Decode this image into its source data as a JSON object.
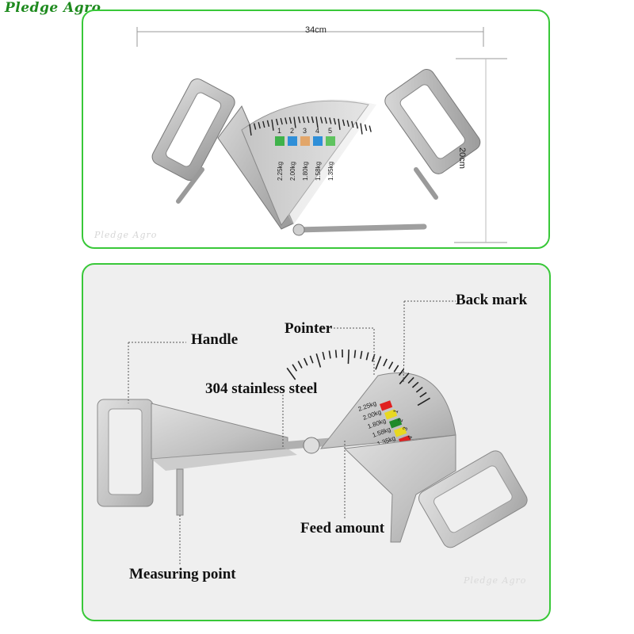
{
  "brand": "Pledge Agro",
  "top_panel": {
    "width_label": "34cm",
    "height_label": "20cm",
    "watermark": "Pledge Agro",
    "gauge_numbers": [
      "1",
      "2",
      "3",
      "4",
      "5"
    ],
    "gauge_weights": [
      "2.25kg",
      "2.00kg",
      "1.80kg",
      "1.58kg",
      "1.35kg"
    ],
    "swatch_colors": [
      "#3fb24a",
      "#2f8fd8",
      "#e2a66a",
      "#2f8fd8",
      "#5fc35f"
    ]
  },
  "bottom_panel": {
    "labels": {
      "back_mark": "Back mark",
      "handle": "Handle",
      "pointer": "Pointer",
      "steel": "304 stainless steel",
      "feed_amount": "Feed amount",
      "measuring_point": "Measuring point"
    },
    "watermark": "Pledge Agro",
    "gauge_numbers": [
      "1",
      "2",
      "3",
      "4",
      "5"
    ],
    "gauge_weights": [
      "2.25kg",
      "2.00kg",
      "1.80kg",
      "1.58kg",
      "1.35kg"
    ],
    "swatch_colors": [
      "#e02020",
      "#e8d820",
      "#1f8a2a",
      "#e8d820",
      "#e02020"
    ]
  },
  "colors": {
    "frame_border": "#39c839",
    "brand": "#1e8a1e",
    "steel_light": "#c9c9c9",
    "steel_dark": "#8e8e8e"
  }
}
